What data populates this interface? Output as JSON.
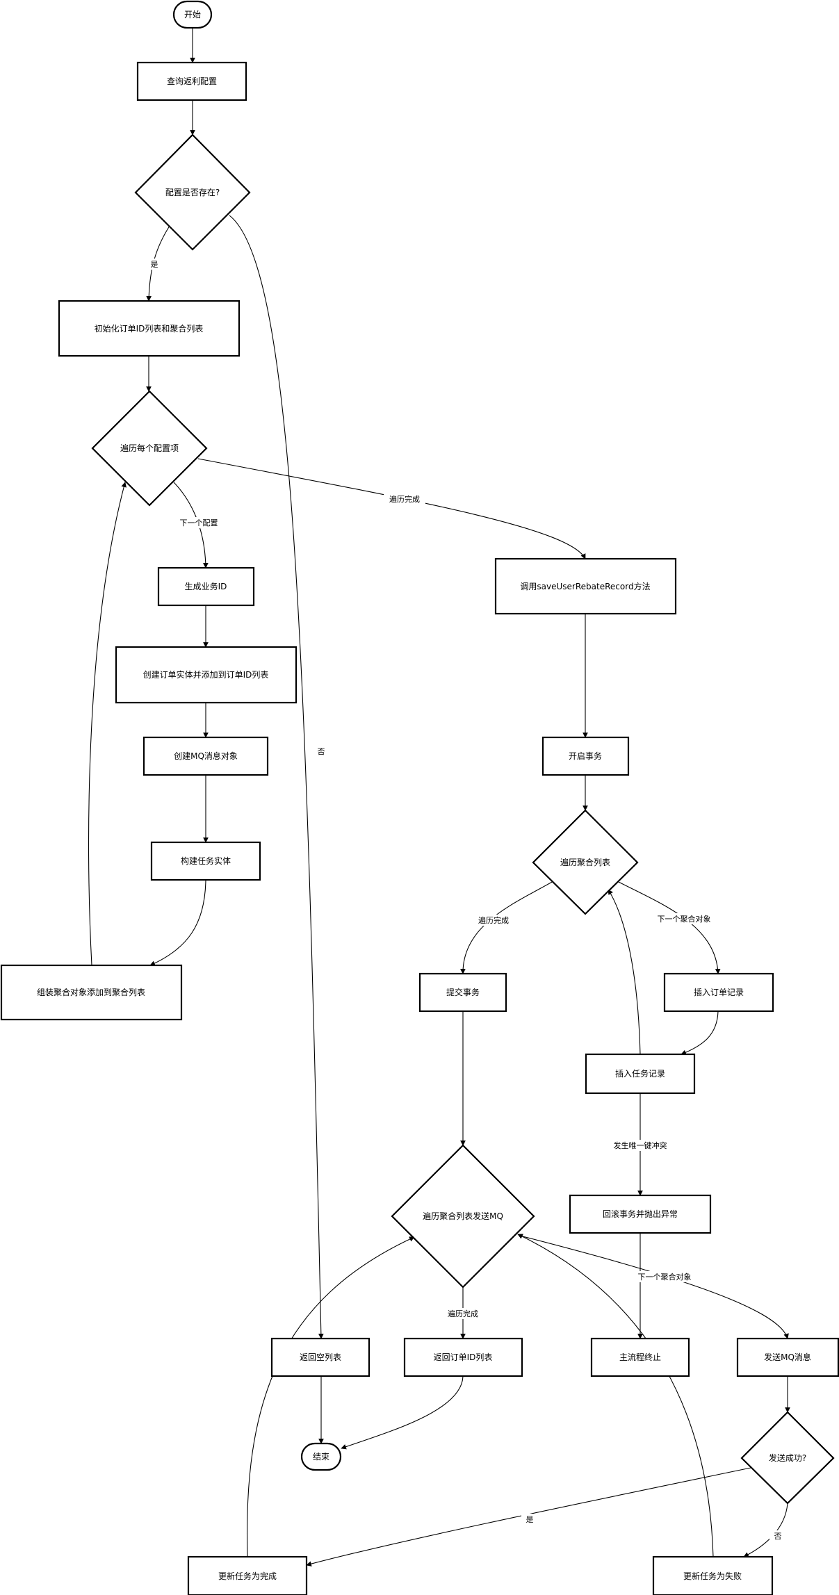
{
  "nodes": {
    "start": "开始",
    "query_config": "查询返利配置",
    "config_exists": "配置是否存在?",
    "init_lists": "初始化订单ID列表和聚合列表",
    "loop_configs": "遍历每个配置项",
    "gen_biz_id": "生成业务ID",
    "create_order": "创建订单实体并添加到订单ID列表",
    "create_mq": "创建MQ消息对象",
    "build_task": "构建任务实体",
    "assemble_agg": "组装聚合对象添加到聚合列表",
    "call_save": "调用saveUserRebateRecord方法",
    "begin_tx": "开启事务",
    "loop_agg": "遍历聚合列表",
    "commit_tx": "提交事务",
    "insert_order": "插入订单记录",
    "insert_task": "插入任务记录",
    "rollback": "回滚事务并抛出异常",
    "loop_send_mq": "遍历聚合列表发送MQ",
    "return_empty": "返回空列表",
    "return_ids": "返回订单ID列表",
    "main_end": "主流程终止",
    "send_mq": "发送MQ消息",
    "end": "结束",
    "send_ok": "发送成功?",
    "task_done": "更新任务为完成",
    "task_fail": "更新任务为失败"
  },
  "edge_labels": {
    "yes": "是",
    "no": "否",
    "next_config": "下一个配置",
    "loop_done": "遍历完成",
    "next_agg": "下一个聚合对象",
    "unique_conflict": "发生唯一键冲突"
  }
}
